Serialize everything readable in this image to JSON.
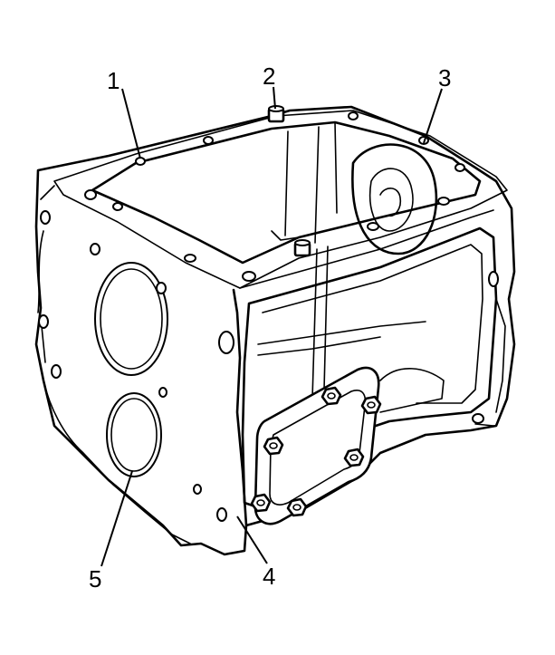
{
  "diagram": {
    "callouts": [
      {
        "id": "1",
        "label": "1"
      },
      {
        "id": "2",
        "label": "2"
      },
      {
        "id": "3",
        "label": "3"
      },
      {
        "id": "4",
        "label": "4"
      },
      {
        "id": "5",
        "label": "5"
      }
    ],
    "line_color": "#000000",
    "background_color": "#ffffff"
  }
}
